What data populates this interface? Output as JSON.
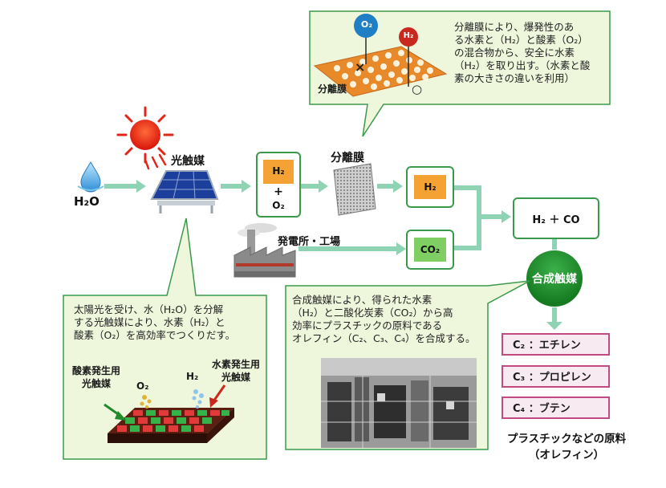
{
  "membrane_callout": {
    "o2_marker": "O₂",
    "h2_marker": "H₂",
    "reject_mark": "×",
    "pass_mark": "○",
    "membrane_label": "分離膜",
    "text": "分離膜により、爆発性のあ\nる水素と（H₂）と酸素（O₂）\nの混合物から、安全に水素\n（H₂）を取り出す。（水素と酸\n素の大きさの違いを利用）"
  },
  "water": {
    "label": "H₂O"
  },
  "photocatalyst": {
    "label": "光触媒"
  },
  "mixture_box": {
    "h2": "H₂",
    "plus": "+",
    "o2": "O₂"
  },
  "separation": {
    "label": "分離膜"
  },
  "h2_box": {
    "label": "H₂"
  },
  "co2_box": {
    "label": "CO₂"
  },
  "power_plant": {
    "label": "発電所・工場"
  },
  "syngas_box": {
    "label": "H₂ ＋ CO"
  },
  "synthesis_catalyst": {
    "label": "合成触媒"
  },
  "photo_callout": {
    "text": "太陽光を受け、水（H₂O）を分解\nする光触媒により、水素（H₂）と\n酸素（O₂）を高効率でつくりだす。",
    "o2_catalyst_label": "酸素発生用\n光触媒",
    "h2_catalyst_label": "水素発生用\n光触媒",
    "o2_symbol": "O₂",
    "h2_symbol": "H₂"
  },
  "synthesis_callout": {
    "text": "合成触媒により、得られた水素\n（H₂）と二酸化炭素（CO₂）から高\n効率にプラスチックの原料である\nオレフィン（C₂、C₃、C₄）を合成する。"
  },
  "olefins": [
    {
      "label": "C₂ ：エチレン"
    },
    {
      "label": "C₃ ：プロピレン"
    },
    {
      "label": "C₄ ：ブテン"
    }
  ],
  "footer": {
    "line1": "プラスチックなどの原料",
    "line2": "（オレフィン）"
  },
  "colors": {
    "arrow": "#8fd3b5",
    "box_border": "#3a9a4c",
    "box_fill": "#f3a233",
    "callout_fill": "#eef6dc",
    "catalyst_green": "#1f8b2a",
    "olefin_border": "#c24b86"
  }
}
